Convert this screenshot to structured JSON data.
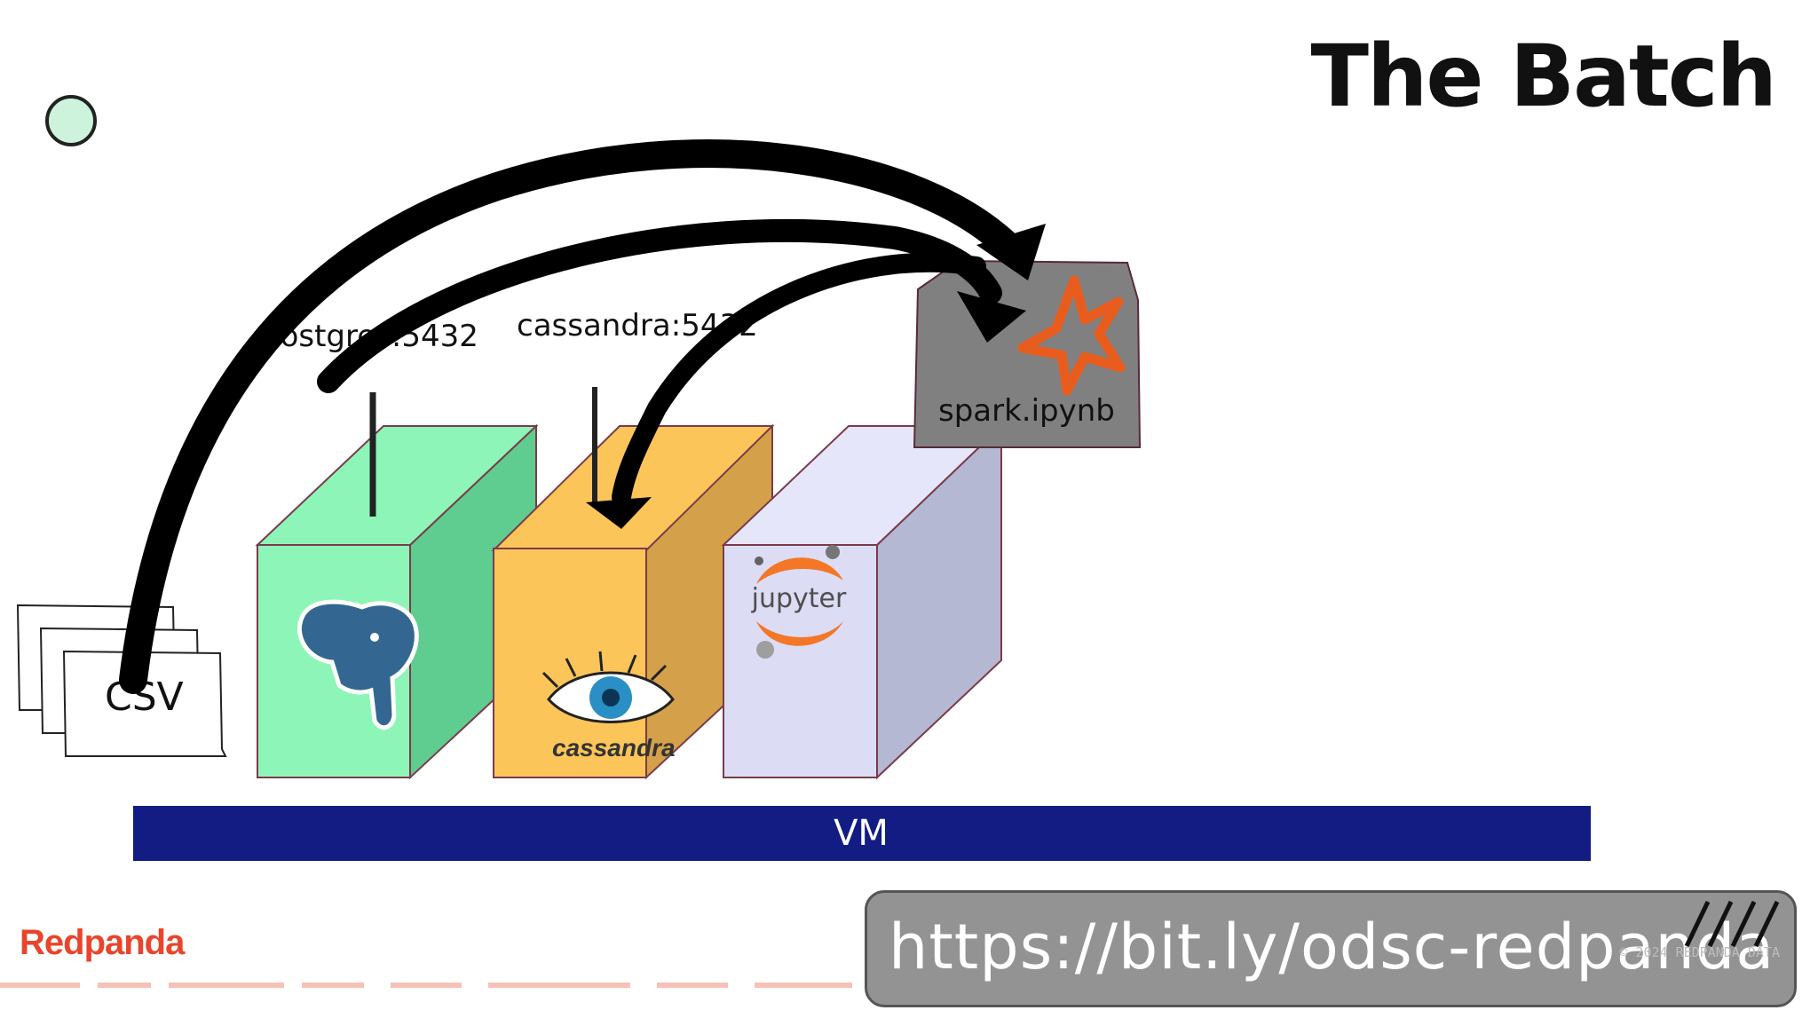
{
  "slide": {
    "title": "The Batch"
  },
  "ports": {
    "postgres_label": "postgres:5432",
    "cassandra_label": "cassandra:5432"
  },
  "nodes": {
    "csv_label": "CSV",
    "spark_label": "spark.ipynb",
    "jupyter_label": "jupyter",
    "cassandra_logo_text": "cassandra",
    "vm_label": "VM"
  },
  "footer": {
    "url": "https://bit.ly/odsc-redpanda",
    "copyright": "© 2024 REDPANDA DATA",
    "brand": "Redpanda"
  },
  "colors": {
    "postgres_box": "#8ef5b8",
    "cassandra_box": "#fcc55a",
    "jupyter_box": "#dcdcf5",
    "spark_box": "#808080",
    "vm_bar": "#121c82",
    "spark_star": "#e85d1e",
    "jupyter_orange": "#f37726",
    "postgres_blue": "#336791",
    "brand_red": "#e8452c",
    "status_dot": "#cdf3dc"
  },
  "icons": [
    "status-dot-icon",
    "postgres-elephant-icon",
    "cassandra-eye-icon",
    "jupyter-logo-icon",
    "spark-star-icon",
    "hatch-icon"
  ]
}
